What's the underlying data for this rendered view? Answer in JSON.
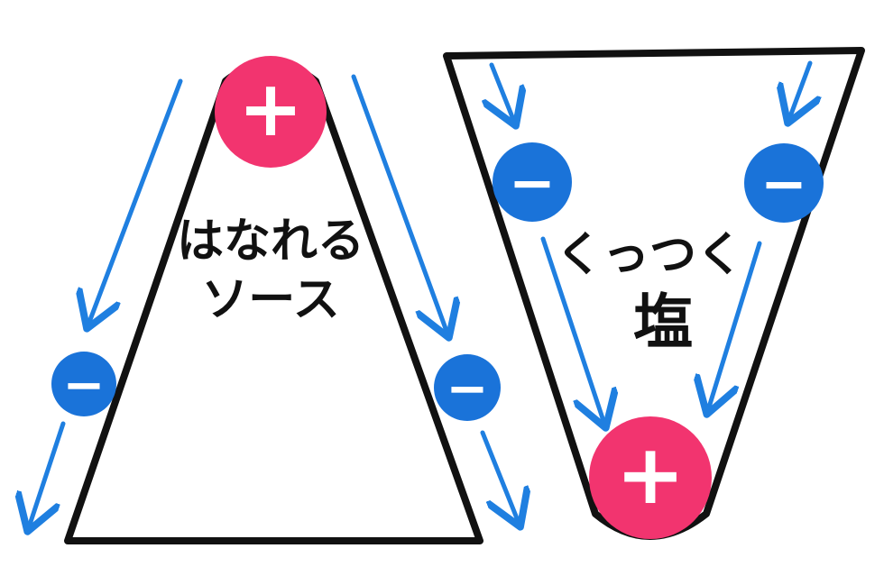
{
  "left_shape": {
    "label_line1": "はなれる",
    "label_line2": "ソース"
  },
  "right_shape": {
    "label_line1": "くっつく",
    "label_line2": "塩"
  },
  "symbols": {
    "plus": "+",
    "minus": "−"
  },
  "colors": {
    "outline": "#111111",
    "arrow": "#1f7fe0",
    "plus_fill": "#f2346f",
    "minus_fill": "#1a73d9",
    "symbol_color": "#ffffff"
  }
}
